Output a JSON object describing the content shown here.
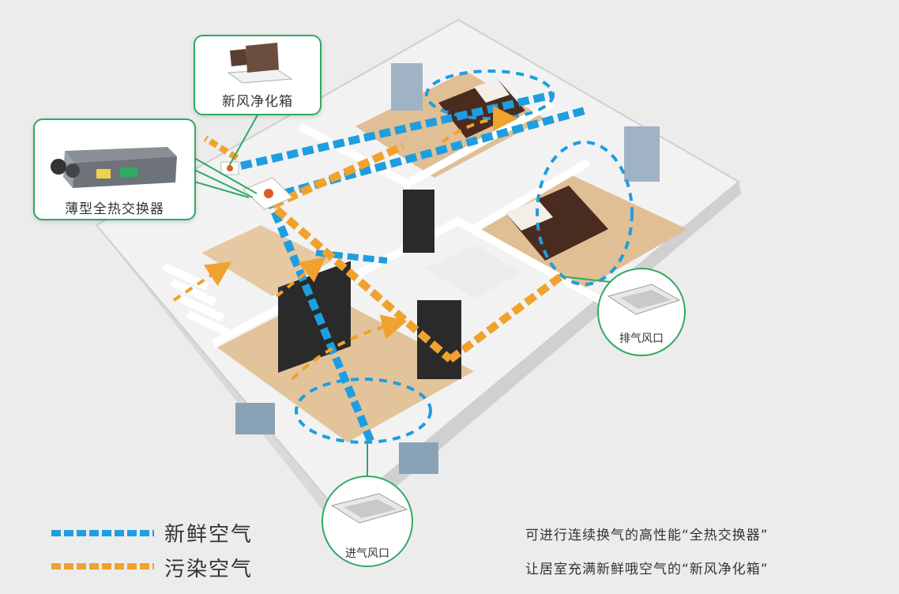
{
  "callouts": {
    "purifier_box_label": "新风净化箱",
    "heat_exchanger_label": "薄型全热交换器",
    "exhaust_vent_label": "排气风口",
    "intake_vent_label": "进气风口"
  },
  "legend": {
    "fresh_air_label": "新鲜空气",
    "polluted_air_label": "污染空气",
    "fresh_color": "#1e9ee0",
    "polluted_color": "#f0a22e"
  },
  "captions": {
    "line1": "可进行连续换气的高性能“全热交换器”",
    "line2": "让居室充满新鲜哦空气的“新风净化箱”"
  },
  "colors": {
    "accent_green": "#2faa63",
    "floor": "#e3c39a",
    "wall": "#f4f4f4"
  }
}
